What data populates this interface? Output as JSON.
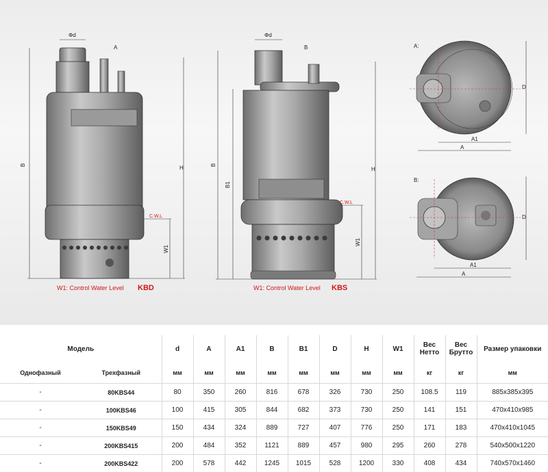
{
  "drawing": {
    "dims": {
      "phid": "Φd",
      "a_arrow": "A",
      "b_arrow": "B",
      "b": "B",
      "h": "H",
      "b1": "B1",
      "w1": "W1",
      "cwl": "C.W.L",
      "a": "A",
      "a1": "A1",
      "d": "D"
    },
    "views": {
      "view_a": "A:",
      "view_b": "B:"
    },
    "captions": {
      "left_caption": "W1: Control Water Level",
      "left_model": "KBD",
      "right_caption": "W1: Control Water Level",
      "right_model": "KBS"
    }
  },
  "table": {
    "headers": {
      "model": "Модель",
      "d": "d",
      "a": "A",
      "a1": "A1",
      "b": "B",
      "b1": "B1",
      "dd": "D",
      "h": "H",
      "w1": "W1",
      "net": "Вес Нетто",
      "gross": "Вес Брутто",
      "pack": "Размер упаковки"
    },
    "subheaders": {
      "single": "Однофазный",
      "three": "Трехфазный",
      "u_d": "мм",
      "u_a": "мм",
      "u_a1": "мм",
      "u_b": "мм",
      "u_b1": "мм",
      "u_dd": "мм",
      "u_h": "мм",
      "u_w1": "мм",
      "u_net": "кг",
      "u_gross": "кг",
      "u_pack": "мм"
    },
    "rows": [
      {
        "single": "-",
        "model": "80KBS44",
        "d": "80",
        "a": "350",
        "a1": "260",
        "b": "816",
        "b1": "678",
        "dd": "326",
        "h": "730",
        "w1": "250",
        "net": "108.5",
        "gross": "119",
        "pack": "885x385x395"
      },
      {
        "single": "-",
        "model": "100KBS46",
        "d": "100",
        "a": "415",
        "a1": "305",
        "b": "844",
        "b1": "682",
        "dd": "373",
        "h": "730",
        "w1": "250",
        "net": "141",
        "gross": "151",
        "pack": "470x410x985"
      },
      {
        "single": "-",
        "model": "150KBS49",
        "d": "150",
        "a": "434",
        "a1": "324",
        "b": "889",
        "b1": "727",
        "dd": "407",
        "h": "776",
        "w1": "250",
        "net": "171",
        "gross": "183",
        "pack": "470x410x1045"
      },
      {
        "single": "-",
        "model": "200KBS415",
        "d": "200",
        "a": "484",
        "a1": "352",
        "b": "1121",
        "b1": "889",
        "dd": "457",
        "h": "980",
        "w1": "295",
        "net": "260",
        "gross": "278",
        "pack": "540x500x1220"
      },
      {
        "single": "-",
        "model": "200KBS422",
        "d": "200",
        "a": "578",
        "a1": "442",
        "b": "1245",
        "b1": "1015",
        "dd": "528",
        "h": "1200",
        "w1": "330",
        "net": "408",
        "gross": "434",
        "pack": "740x570x1460"
      }
    ]
  }
}
